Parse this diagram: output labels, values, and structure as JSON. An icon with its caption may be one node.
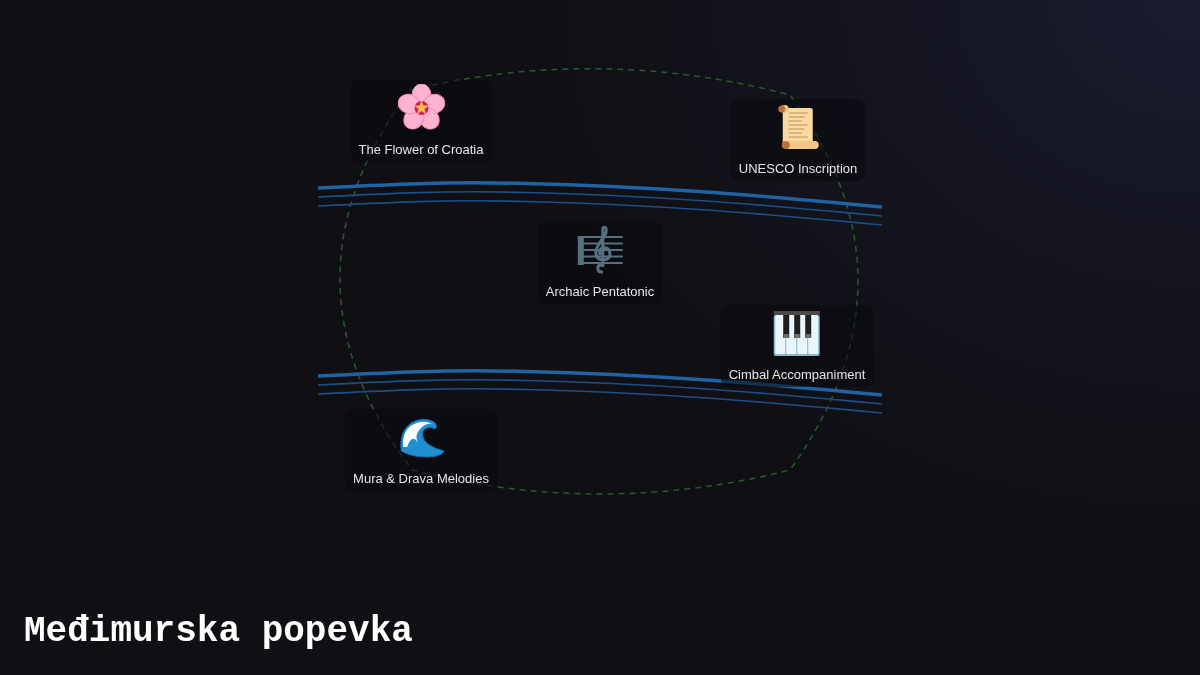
{
  "diagram": {
    "title": "Međimurska popevka",
    "nodes": [
      {
        "text": [
          "The Flower of Croatia"
        ]
      },
      {
        "text": [
          "UNESCO Inscription"
        ]
      },
      {
        "text": [
          "Archaic Pentatonic"
        ]
      },
      {
        "text": [
          "Cimbal Accompaniment"
        ]
      },
      {
        "text": [
          "Mura & Drava Melodies"
        ]
      }
    ]
  }
}
